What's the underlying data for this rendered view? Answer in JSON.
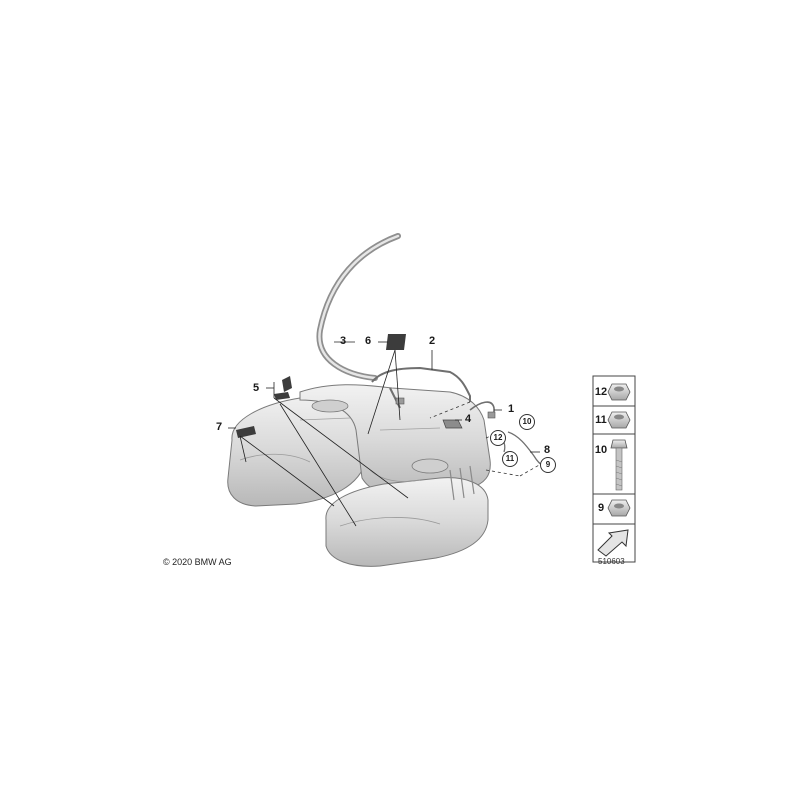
{
  "diagram": {
    "copyright": "© 2020 BMW AG",
    "diagram_id": "510603",
    "callouts": {
      "c1": "1",
      "c2": "2",
      "c3": "3",
      "c4": "4",
      "c5": "5",
      "c6": "6",
      "c7": "7",
      "c8": "8",
      "c9": "9",
      "c10": "10",
      "c11": "11",
      "c12": "12"
    },
    "legend": {
      "row1": "12",
      "row2": "11",
      "row3": "10",
      "row4": "9"
    }
  }
}
